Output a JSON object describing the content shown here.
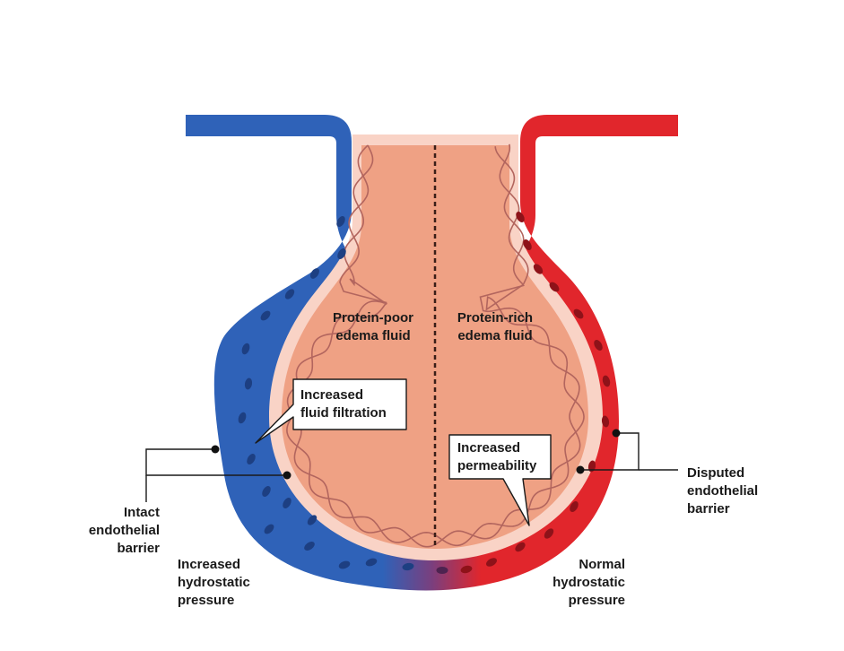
{
  "colors": {
    "vein": "#2f62b8",
    "artery": "#e1262c",
    "tissue_fill": "#efa184",
    "tissue_border": "#f9d3c6",
    "fiber": "#b2655e",
    "cell_vein": "#1d3f82",
    "cell_artery": "#8e1219"
  },
  "labels": {
    "protein_poor": [
      "Protein-poor",
      "edema fluid"
    ],
    "protein_rich": [
      "Protein-rich",
      "edema fluid"
    ],
    "fluid_filtration": [
      "Increased",
      "fluid filtration"
    ],
    "permeability": [
      "Increased",
      "permeability"
    ],
    "intact_barrier": [
      "Intact",
      "endothelial",
      "barrier"
    ],
    "increased_pressure": [
      "Increased",
      "hydrostatic",
      "pressure"
    ],
    "normal_pressure": [
      "Normal",
      "hydrostatic",
      "pressure"
    ],
    "disputed_barrier": [
      "Disputed",
      "endothelial",
      "barrier"
    ]
  }
}
